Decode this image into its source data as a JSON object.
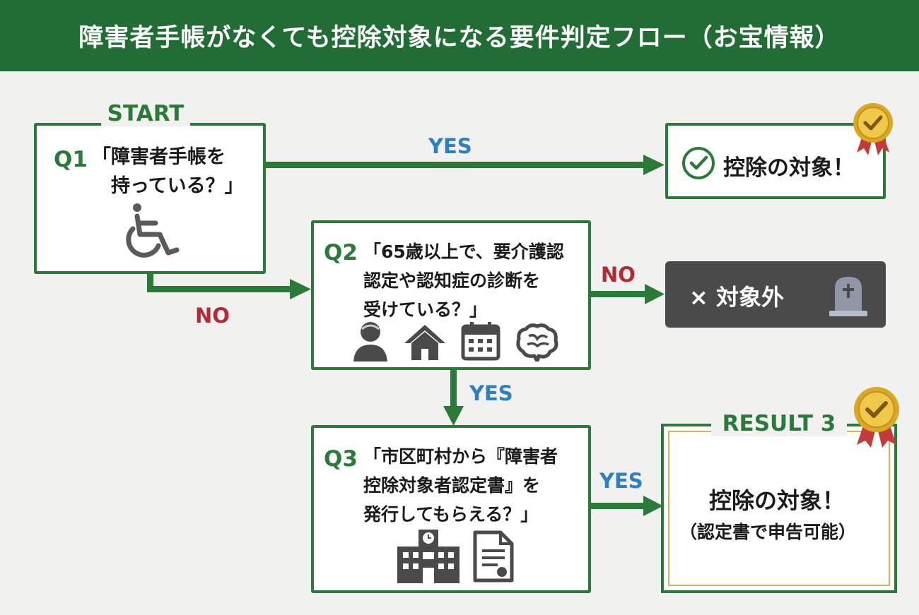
{
  "header": {
    "title": "障害者手帳がなくても控除対象になる要件判定フロー（お宝情報）"
  },
  "start": {
    "label": "START"
  },
  "q1": {
    "label": "Q1",
    "text": "「障害者手帳を\n　持っている？」"
  },
  "q2": {
    "label": "Q2",
    "text": "「65歳以上で、要介護認\n認定や認知症の診断を\n受けている？」"
  },
  "q3": {
    "label": "Q3",
    "text": "「市区町村から『障害者\n控除対象者認定書』を\n発行してもらえる？」"
  },
  "edges": {
    "q1_yes": "YES",
    "q1_no": "NO",
    "q2_no": "NO",
    "q2_yes": "YES",
    "q3_yes": "YES"
  },
  "result1": {
    "text": "控除の対象！"
  },
  "excluded": {
    "text": "× 対象外"
  },
  "result3": {
    "label": "RESULT 3",
    "line1": "控除の対象！",
    "line2": "（認定書で申告可能）"
  },
  "colors": {
    "header": "#226d36",
    "box_border": "#2c7a3a",
    "yes": "#2f7fc3",
    "no": "#b22a34",
    "excluded_bg": "#4a4a4a",
    "gold": "#e0b83a"
  },
  "icons": [
    "wheelchair-icon",
    "elderly-person-icon",
    "house-icon",
    "calendar-icon",
    "brain-icon",
    "city-hall-icon",
    "document-icon",
    "check-circle-icon",
    "gold-medal-icon",
    "gravestone-icon"
  ]
}
